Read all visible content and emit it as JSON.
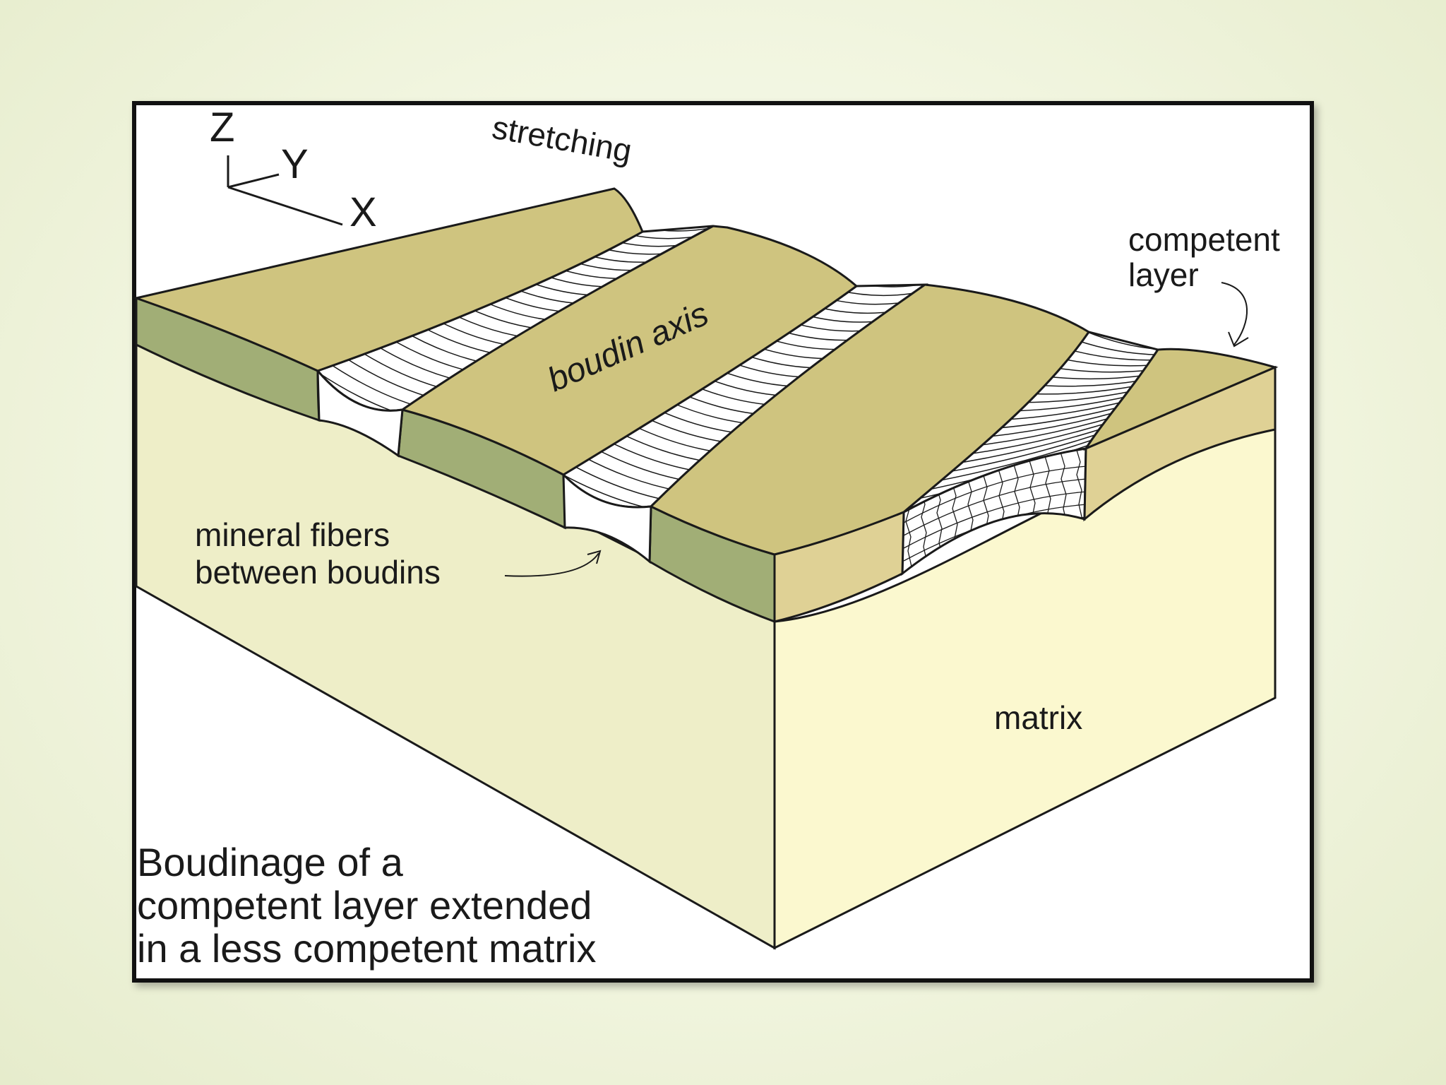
{
  "axes": {
    "z": "Z",
    "y": "Y",
    "x": "X"
  },
  "labels": {
    "stretching": "stretching",
    "boudin_axis": "boudin axis",
    "competent_line1": "competent",
    "competent_line2": "layer",
    "fibers_line1": "mineral fibers",
    "fibers_line2": "between boudins",
    "matrix": "matrix"
  },
  "caption": {
    "line1": "Boudinage of a",
    "line2": "competent layer extended",
    "line3": "in a less competent matrix"
  },
  "colors": {
    "boudin_top": "#cfc47f",
    "boudin_left_face": "#a1ae76",
    "boudin_front_face": "#dfd195",
    "matrix_left_face": "#eeeec8",
    "matrix_front_face": "#fbf8cf",
    "outline": "#1a1a1a"
  }
}
